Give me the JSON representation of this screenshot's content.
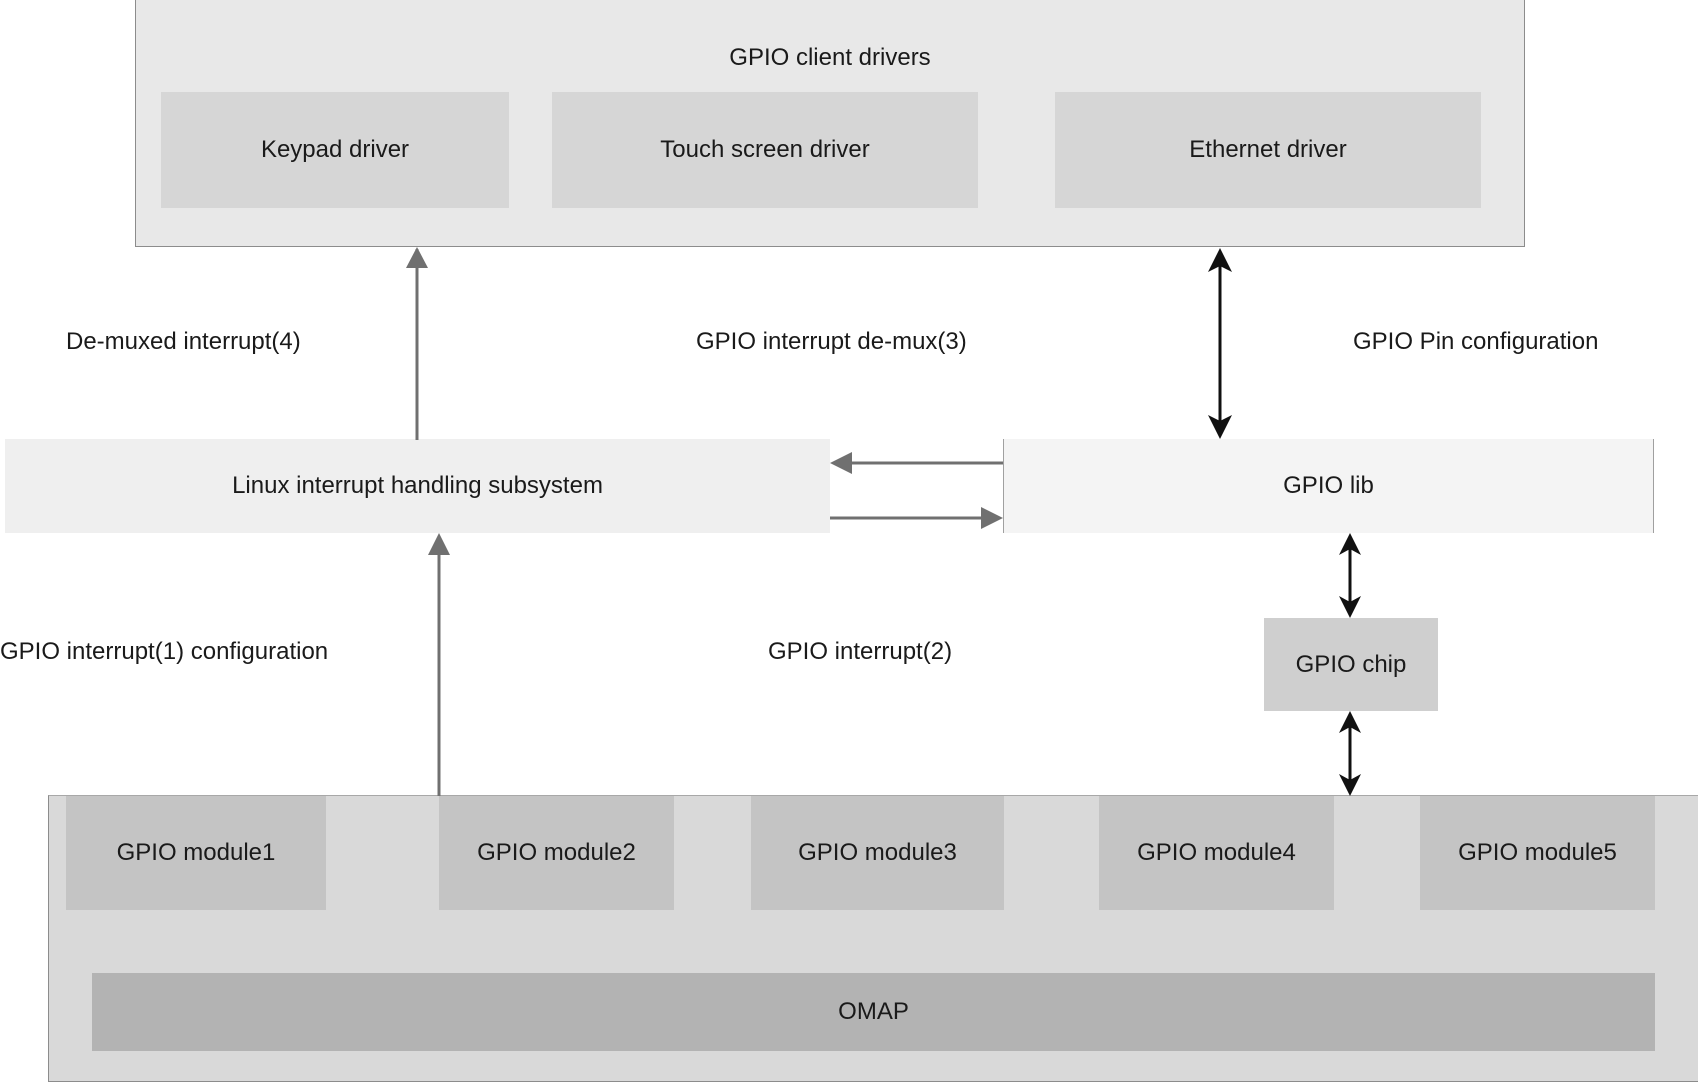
{
  "clients": {
    "title": "GPIO client drivers",
    "drivers": [
      "Keypad driver",
      "Touch screen driver",
      "Ethernet driver"
    ]
  },
  "labels": {
    "demuxed": "De-muxed interrupt(4)",
    "demux": "GPIO interrupt de-mux(3)",
    "pinconfig": "GPIO Pin configuration",
    "irqconfig": "GPIO interrupt(1) configuration",
    "irq": "GPIO interrupt(2)"
  },
  "linux": "Linux interrupt handling subsystem",
  "gpiolib": "GPIO lib",
  "chip": "GPIO chip",
  "modules": [
    "GPIO module1",
    "GPIO module2",
    "GPIO module3",
    "GPIO module4",
    "GPIO module5"
  ],
  "omap": "OMAP"
}
